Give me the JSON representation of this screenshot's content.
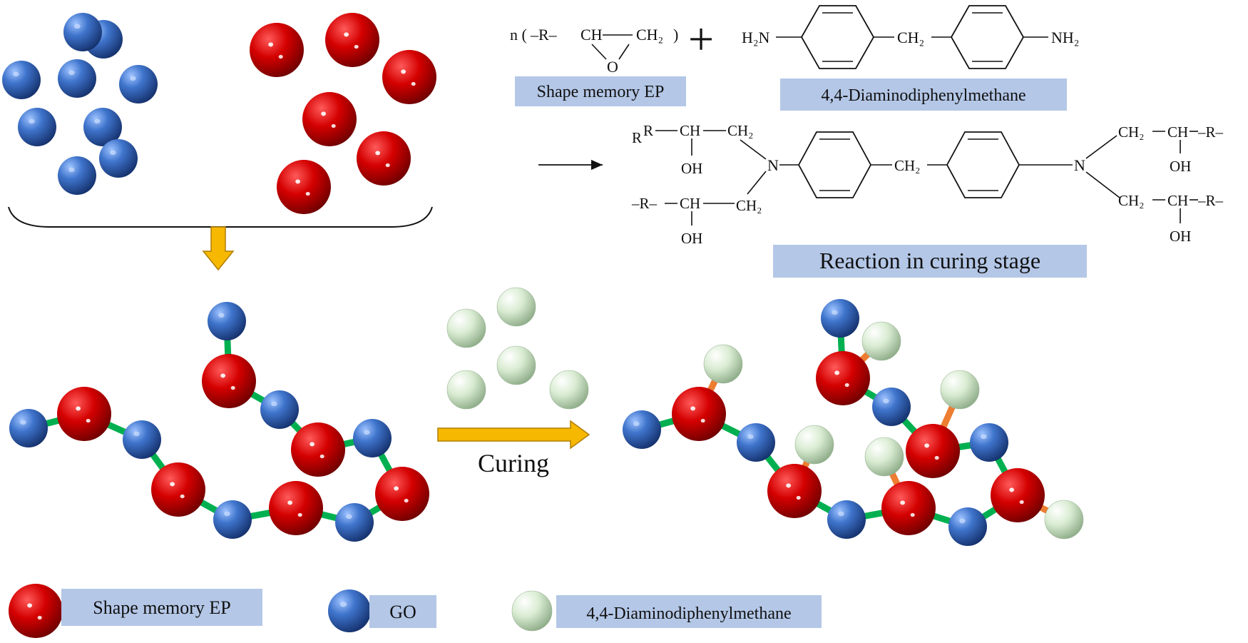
{
  "colors": {
    "epoxy_red": "#c00000",
    "go_blue": "#2e5aa8",
    "amine_green": "#c6dfc0",
    "bond_green": "#00b050",
    "bond_orange": "#ed7d31",
    "arrow_yellow": "#f6b800",
    "label_box": "#b4c7e7"
  },
  "icons": {
    "epoxy": "red-sphere",
    "go": "blue-sphere",
    "amine": "pale-green-sphere",
    "down_arrow": "yellow-down-arrow",
    "right_arrow": "yellow-right-arrow"
  },
  "reaction": {
    "reactant1": {
      "prefix": "n (",
      "r_group": "–R–",
      "ch": "CH",
      "ch2": "CH₂",
      "suffix": ")",
      "oxygen": "O",
      "label": "Shape memory EP"
    },
    "plus": "+",
    "reactant2": {
      "left_amine": "H₂N",
      "bridge": "CH₂",
      "right_amine": "NH₂",
      "label": "4,4-Diaminodiphenylmethane"
    },
    "product": {
      "tl_r_prefix": "R",
      "tl_r": "R",
      "tl_ch": "CH",
      "tl_ch2": "CH₂",
      "tl_oh": "OH",
      "bl_r": "–R–",
      "bl_ch": "CH",
      "bl_ch2": "CH₂",
      "bl_oh": "OH",
      "n_left": "N",
      "bridge": "CH₂",
      "n_right": "N",
      "tr_ch2": "CH₂",
      "tr_ch": "CH",
      "tr_r": "–R–",
      "tr_oh": "OH",
      "br_ch2": "CH₂",
      "br_ch": "CH",
      "br_r": "–R–",
      "br_oh": "OH"
    },
    "stage_label": "Reaction in curing stage"
  },
  "process": {
    "curing_label": "Curing"
  },
  "legend": {
    "items": [
      {
        "icon": "red-sphere",
        "label": "Shape memory EP"
      },
      {
        "icon": "blue-sphere",
        "label": "GO"
      },
      {
        "icon": "pale-green-sphere",
        "label": "4,4-Diaminodiphenylmethane"
      }
    ]
  }
}
